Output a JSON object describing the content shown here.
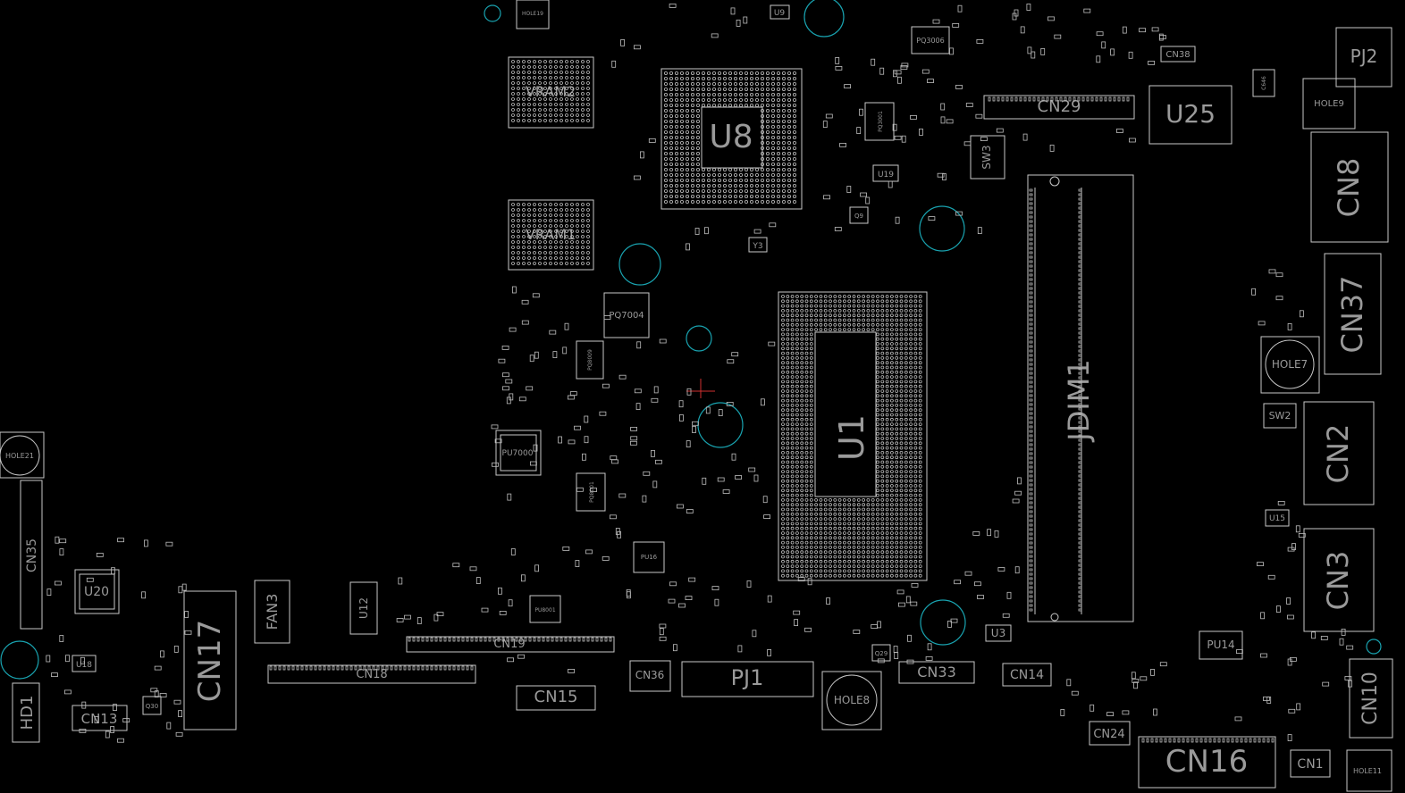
{
  "app": {
    "title": ""
  },
  "colors": {
    "background": "#000000",
    "outline": "#c8c8c8",
    "hole": "#19a3b0",
    "label": "#9a9a9a",
    "cursor": "#d03030"
  },
  "components": [
    {
      "id": "VRAM2",
      "label": "VRAM2"
    },
    {
      "id": "VRAM1",
      "label": "VRAM1"
    },
    {
      "id": "U8",
      "label": "U8"
    },
    {
      "id": "U1",
      "label": "U1"
    },
    {
      "id": "U25",
      "label": "U25"
    },
    {
      "id": "JDIM1",
      "label": "JDIM1"
    },
    {
      "id": "CN29",
      "label": "CN29"
    },
    {
      "id": "CN8",
      "label": "CN8"
    },
    {
      "id": "CN37",
      "label": "CN37"
    },
    {
      "id": "CN2",
      "label": "CN2"
    },
    {
      "id": "CN3",
      "label": "CN3"
    },
    {
      "id": "CN10",
      "label": "CN10"
    },
    {
      "id": "CN16",
      "label": "CN16"
    },
    {
      "id": "CN1",
      "label": "CN1"
    },
    {
      "id": "CN24",
      "label": "CN24"
    },
    {
      "id": "CN14",
      "label": "CN14"
    },
    {
      "id": "CN33",
      "label": "CN33"
    },
    {
      "id": "PJ1",
      "label": "PJ1"
    },
    {
      "id": "PJ2",
      "label": "PJ2"
    },
    {
      "id": "CN36",
      "label": "CN36"
    },
    {
      "id": "CN15",
      "label": "CN15"
    },
    {
      "id": "CN19",
      "label": "CN19"
    },
    {
      "id": "CN18",
      "label": "CN18"
    },
    {
      "id": "CN17",
      "label": "CN17"
    },
    {
      "id": "CN13",
      "label": "CN13"
    },
    {
      "id": "CN35",
      "label": "CN35"
    },
    {
      "id": "HD1",
      "label": "HD1"
    },
    {
      "id": "FAN3",
      "label": "FAN3"
    },
    {
      "id": "U20",
      "label": "U20"
    },
    {
      "id": "U18",
      "label": "U18"
    },
    {
      "id": "U3",
      "label": "U3"
    },
    {
      "id": "U15",
      "label": "U15"
    },
    {
      "id": "U19",
      "label": "U19"
    },
    {
      "id": "U9",
      "label": "U9"
    },
    {
      "id": "SW3",
      "label": "SW3"
    },
    {
      "id": "SW2",
      "label": "SW2"
    },
    {
      "id": "PU14",
      "label": "PU14"
    },
    {
      "id": "PU7000",
      "label": "PU7000"
    },
    {
      "id": "PQ7004",
      "label": "PQ7004"
    },
    {
      "id": "PQ3006",
      "label": "PQ3006"
    },
    {
      "id": "CN38",
      "label": "CN38"
    },
    {
      "id": "Y3",
      "label": "Y3"
    },
    {
      "id": "Q29",
      "label": "Q29"
    },
    {
      "id": "Q30",
      "label": "Q30"
    },
    {
      "id": "Q9",
      "label": "Q9"
    },
    {
      "id": "HOLE8",
      "label": "HOLE8"
    },
    {
      "id": "HOLE7",
      "label": "HOLE7"
    },
    {
      "id": "HOLE9",
      "label": "HOLE9"
    },
    {
      "id": "HOLE11",
      "label": "HOLE11"
    },
    {
      "id": "HOLE21",
      "label": "HOLE21"
    },
    {
      "id": "HOLE19",
      "label": "HOLE19"
    },
    {
      "id": "U12",
      "label": "U12"
    },
    {
      "id": "PU16",
      "label": "PU16"
    },
    {
      "id": "PU8001",
      "label": "PU8001"
    },
    {
      "id": "PQ3001",
      "label": "PQ3001"
    },
    {
      "id": "PQ8009",
      "label": "PQ8009"
    },
    {
      "id": "PQ8001",
      "label": "PQ8001"
    },
    {
      "id": "C646",
      "label": "C646"
    }
  ]
}
